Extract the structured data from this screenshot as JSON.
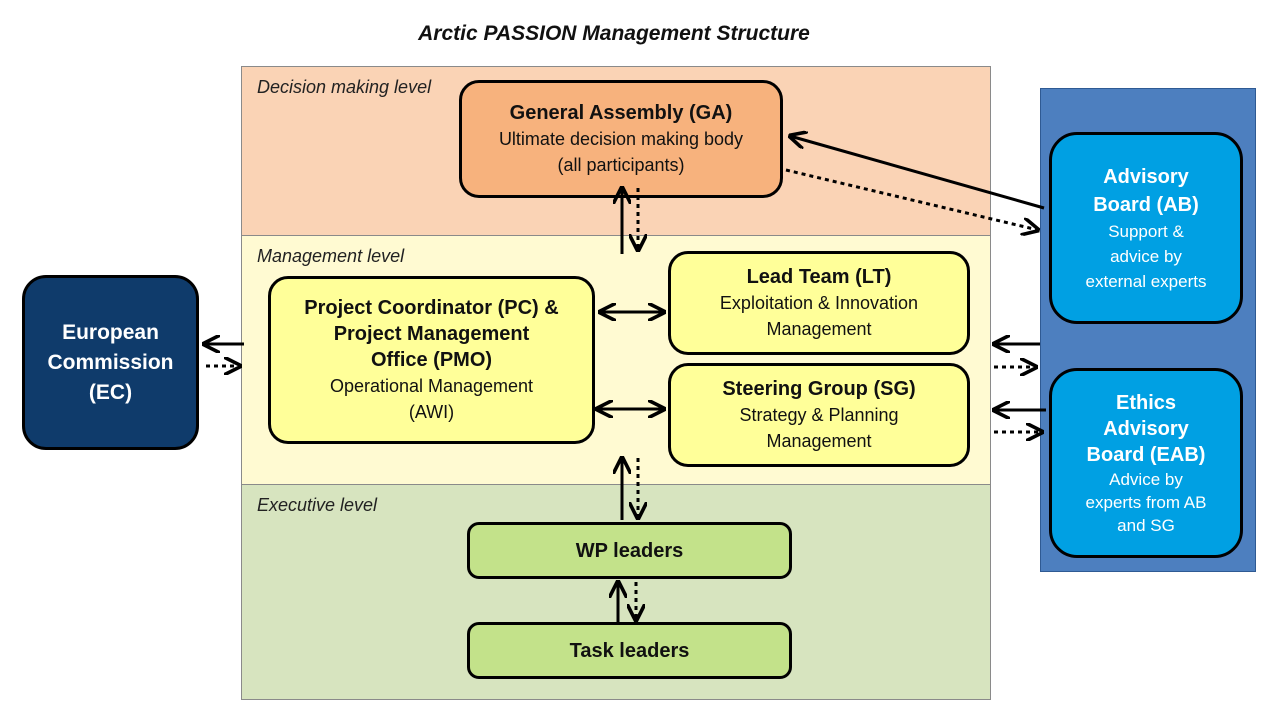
{
  "title": "Arctic PASSION Management  Structure",
  "levels": {
    "decision": "Decision making level",
    "management": "Management level",
    "executive": "Executive level"
  },
  "ga": {
    "name": "General Assembly (GA)",
    "line1": "Ultimate decision making body",
    "line2": "(all participants)"
  },
  "pc": {
    "line1": "Project Coordinator (PC) &",
    "line2": "Project Management",
    "line3": "Office (PMO)",
    "line4": "Operational Management",
    "line5": "(AWI)"
  },
  "lt": {
    "name": "Lead Team (LT)",
    "line1": "Exploitation & Innovation",
    "line2": "Management"
  },
  "sg": {
    "name": "Steering Group (SG)",
    "line1": "Strategy  & Planning",
    "line2": "Management"
  },
  "wp": {
    "name": "WP leaders"
  },
  "task": {
    "name": "Task leaders"
  },
  "ec": {
    "line1": "European",
    "line2": "Commission",
    "line3": "(EC)"
  },
  "ab": {
    "line1": "Advisory",
    "line2": "Board (AB)",
    "line3": "Support &",
    "line4": "advice by",
    "line5": "external experts"
  },
  "eab": {
    "line1": "Ethics",
    "line2": "Advisory",
    "line3": "Board (EAB)",
    "line4": "Advice by",
    "line5": "experts from AB",
    "line6": "and SG"
  },
  "colors": {
    "decision_band": "#fad3b5",
    "management_band": "#fffad2",
    "executive_band": "#d7e4bf",
    "ga_box": "#f7b27d",
    "mgmt_box": "#ffff99",
    "exec_box": "#c3e28a",
    "ec_box": "#0f3b6b",
    "advisory_panel": "#4d7fbf",
    "advisory_box": "#00a0e3"
  }
}
